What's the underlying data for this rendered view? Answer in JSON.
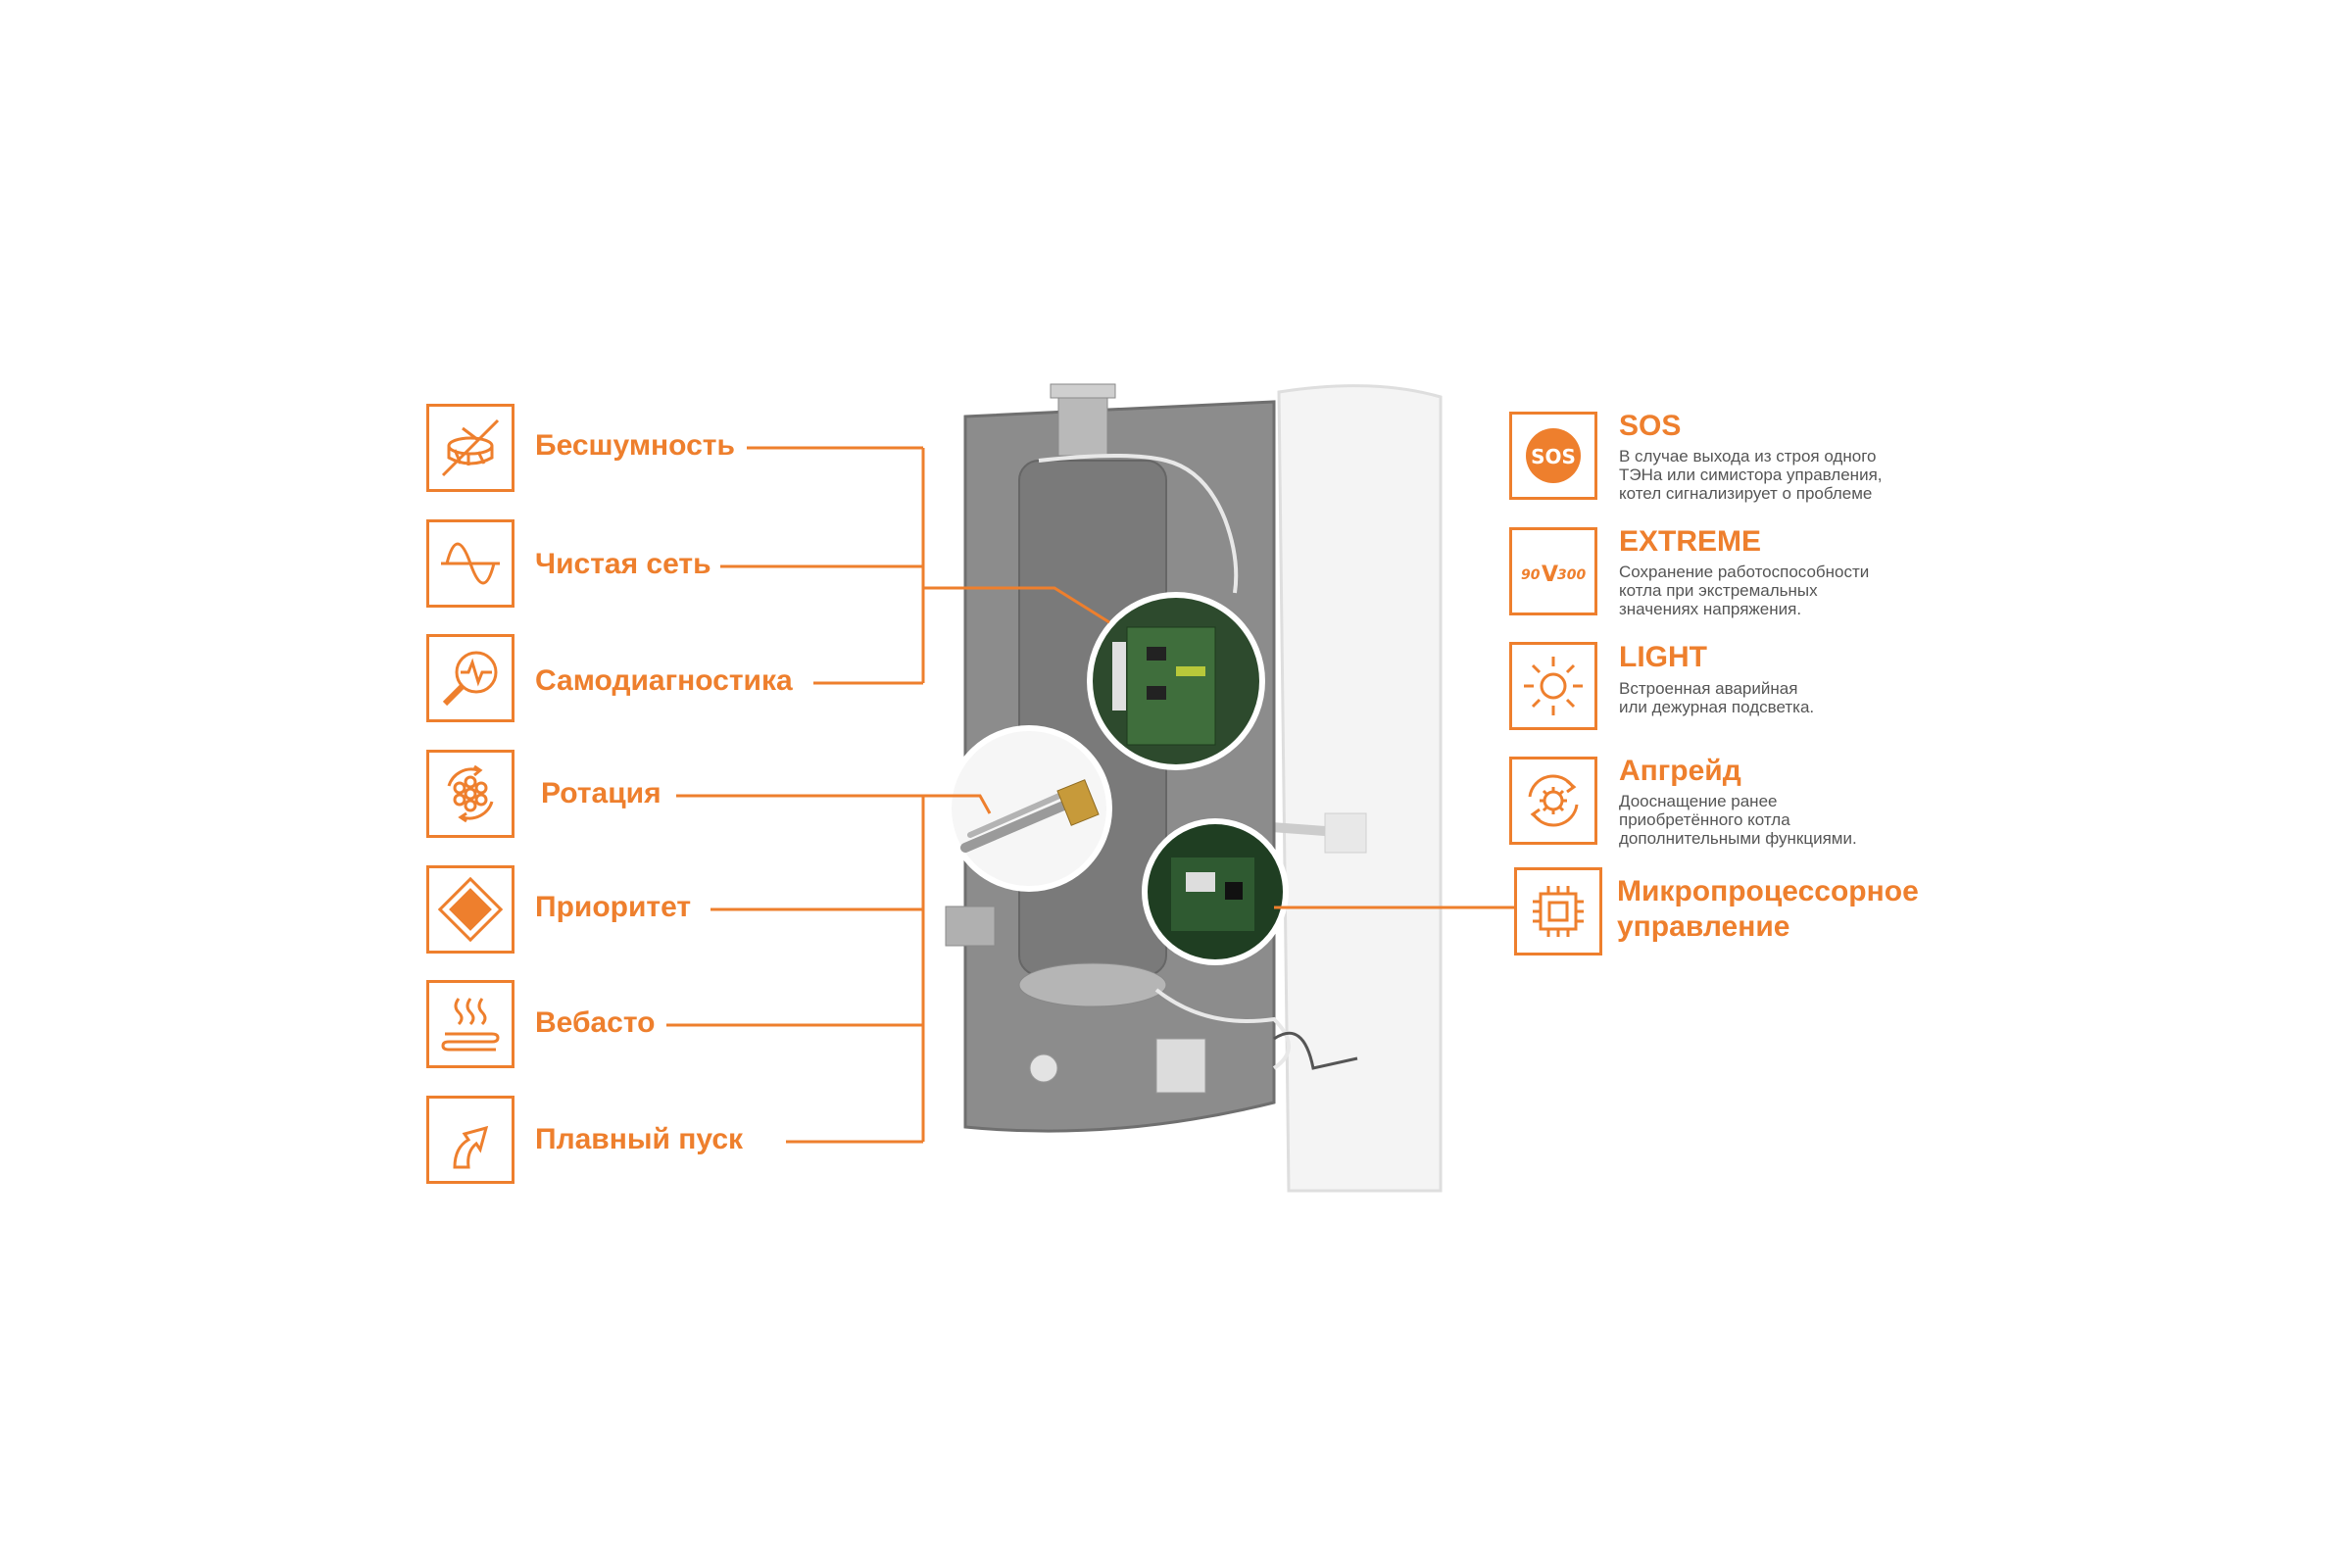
{
  "colors": {
    "accent": "#ee7f2d",
    "desc_text": "#555555",
    "body_gray": "#8c8c8c",
    "door": "#f3f3f3"
  },
  "left_features": [
    {
      "label": "Бесшумность",
      "icon": "drum-crossed-icon"
    },
    {
      "label": "Чистая сеть",
      "icon": "sine-wave-icon"
    },
    {
      "label": "Самодиагностика",
      "icon": "magnifier-pulse-icon"
    },
    {
      "label": "Ротация",
      "icon": "rotation-cycle-icon"
    },
    {
      "label": "Приоритет",
      "icon": "priority-diamond-icon"
    },
    {
      "label": "Вебасто",
      "icon": "heating-waves-icon"
    },
    {
      "label": "Плавный пуск",
      "icon": "soft-start-arrow-icon"
    }
  ],
  "right_features": [
    {
      "title": "SOS",
      "icon": "sos-icon",
      "icon_text": "SOS",
      "desc": [
        "В случае выхода из строя одного",
        "ТЭНа или симистора управления,",
        "котел сигнализирует о проблеме"
      ]
    },
    {
      "title": "EXTREME",
      "icon": "voltage-range-icon",
      "icon_left": "90",
      "icon_mid": "V",
      "icon_right": "300",
      "desc": [
        "Сохранение работоспособности",
        "котла при экстремальных",
        "значениях напряжения."
      ]
    },
    {
      "title": "LIGHT",
      "icon": "sun-icon",
      "desc": [
        "Встроенная аварийная",
        "или дежурная подсветка."
      ]
    },
    {
      "title": "Апгрейд",
      "icon": "gear-refresh-icon",
      "desc": [
        "Дооснащение ранее",
        "приобретённого котла",
        "дополнительными функциями."
      ]
    },
    {
      "title_lines": [
        "Микропроцессорное",
        "управление"
      ],
      "icon": "microchip-icon"
    }
  ]
}
